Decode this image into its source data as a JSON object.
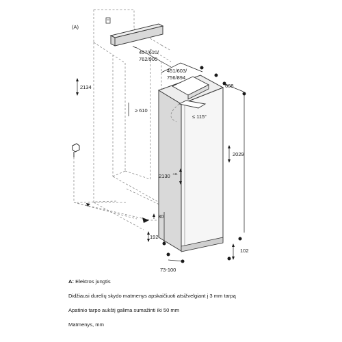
{
  "diagram": {
    "label_a": "(A)",
    "dim_niche_depth": "457/610/\n762/900",
    "dim_unit_depth": "451/603/\n756/894",
    "dim_608": "608",
    "dim_2134": "2134",
    "dim_610": "≥ 610",
    "dim_angle": "≤ 115°",
    "dim_2029": "2029",
    "dim_2130": "2130",
    "dim_2130_tol": "+41",
    "dim_30": "30",
    "dim_192": "192",
    "dim_102": "102",
    "dim_73_100": "73-100"
  },
  "notes": {
    "line1_bold": "A:",
    "line1_rest": " Elektros jungtis",
    "line2": "Didžiausi durelių skydo matmenys apskaičiuoti atsižvelgiant į 3 mm tarpą",
    "line3": "Apatinio tarpo aukštį galima sumažinti iki 50 mm",
    "line4": "Matmenys, mm"
  }
}
